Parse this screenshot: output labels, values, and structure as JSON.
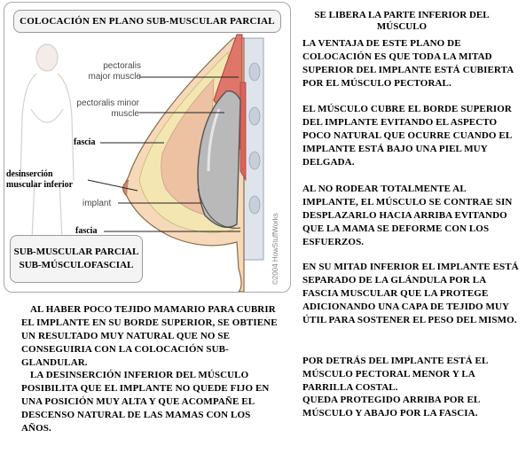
{
  "figure": {
    "title": "COLOCACIÓN EN PLANO SUB-MUSCULAR PARCIAL",
    "labels": {
      "pectoralis_major": "pectoralis major muscle",
      "pectoralis_minor": "pectoralis minor muscle",
      "fascia_top": "fascia",
      "desinsercion": "desinserción muscular inferior",
      "implant": "implant",
      "fascia_bottom": "fascia"
    },
    "type_box": {
      "line1": "SUB-MUSCULAR PARCIAL",
      "line2": "SUB-MÚSCULOFASCIAL"
    },
    "credit": "©2004 HowStuffWorks"
  },
  "heading": "SE LIBERA LA PARTE INFERIOR DEL MÚSCULO",
  "right_paragraphs": [
    "LA VENTAJA DE ESTE PLANO DE COLOCACIÓN ES QUE TODA LA MITAD SUPERIOR DEL IMPLANTE ESTÁ CUBIERTA POR EL MÚSCULO PECTORAL.",
    "EL MÚSCULO CUBRE EL BORDE SUPERIOR DEL IMPLANTE EVITANDO EL ASPECTO POCO NATURAL QUE OCURRE CUANDO EL IMPLANTE ESTÁ BAJO UNA PIEL MUY DELGADA.",
    "AL NO RODEAR TOTALMENTE AL IMPLANTE, EL MÚSCULO SE CONTRAE SIN DESPLAZARLO HACIA ARRIBA EVITANDO QUE LA MAMA SE DEFORME CON LOS ESFUERZOS.",
    "EN SU MITAD INFERIOR EL IMPLANTE ESTÁ SEPARADO DE LA GLÁNDULA POR LA FASCIA MUSCULAR QUE LA PROTEGE ADICIONANDO UNA CAPA DE TEJIDO MUY ÚTIL PARA SOSTENER EL PESO DEL MISMO.",
    "POR DETRÁS DEL IMPLANTE ESTÁ EL MÚSCULO PECTORAL MENOR Y LA PARRILLA COSTAL.",
    "QUEDA PROTEGIDO ARRIBA POR EL MÚSCULO Y ABAJO POR LA FASCIA."
  ],
  "left_paragraphs": [
    "AL HABER POCO TEJIDO MAMARIO PARA CUBRIR EL IMPLANTE EN SU BORDE SUPERIOR, SE OBTIENE UN RESULTADO MUY NATURAL QUE NO SE CONSEGUIRIA CON LA COLOCACIÓN SUB-GLANDULAR.",
    "LA DESINSERCIÓN INFERIOR DEL MÚSCULO POSIBILITA QUE EL IMPLANTE NO QUEDE FIJO EN UNA POSICIÓN MUY ALTA Y QUE ACOMPAÑE EL DESCENSO NATURAL DE LAS MAMAS CON LOS AÑOS."
  ],
  "colors": {
    "skin": "#f6d9b8",
    "fat": "#f3e6b2",
    "muscle": "#e0756a",
    "implant": "#b9b9b9",
    "rib": "#dfe4ec"
  }
}
